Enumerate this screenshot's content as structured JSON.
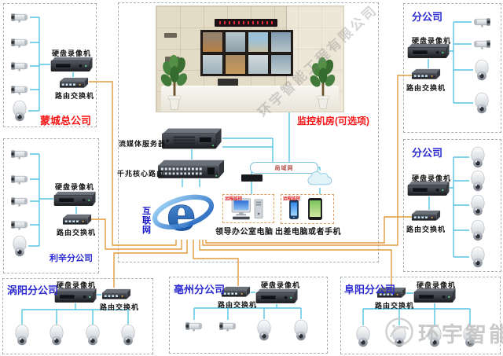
{
  "diagram_type": "video-surveillance-network-topology",
  "device_labels": {
    "dvr": "硬盘录像机",
    "router_switch": "路由交换机",
    "media_server": "流媒体服务器",
    "core_router": "千兆核心路由"
  },
  "sites": [
    {
      "id": "mengcheng",
      "name": "蒙城总公司",
      "name_color": "#f51515",
      "bullet_cameras": 4,
      "dome_cameras": 1
    },
    {
      "id": "lixin",
      "name": "利辛分公司",
      "name_color": "#2b2bd0",
      "bullet_cameras": 4,
      "dome_cameras": 1
    },
    {
      "id": "branch-top-right",
      "name": "分公司",
      "name_color": "#2b2bd0",
      "bullet_cameras": 2,
      "dome_cameras": 2
    },
    {
      "id": "branch-mid-right",
      "name": "分公司",
      "name_color": "#2b2bd0",
      "bullet_cameras": 0,
      "dome_cameras": 5
    },
    {
      "id": "guoyang",
      "name": "涡阳分公司",
      "name_color": "#2b2bd0",
      "bullet_cameras": 0,
      "dome_cameras": 4
    },
    {
      "id": "bozhou",
      "name": "亳州分公司",
      "name_color": "#2b2bd0",
      "bullet_cameras": 2,
      "dome_cameras": 2
    },
    {
      "id": "fuyang",
      "name": "阜阳分公司",
      "name_color": "#2b2bd0",
      "bullet_cameras": 0,
      "dome_cameras": 4
    }
  ],
  "center": {
    "monitor_room_label": "监控机房(可选项)",
    "internet_label": "互联网",
    "lan_label": "局域网",
    "office_pc_label": "领导办公室电脑",
    "travel_label": "出差电脑或者手机",
    "pc_tag": "远程监控",
    "mobile_tag": "远程监控"
  },
  "watermark": {
    "brand": "环宇智能",
    "company": "环宇智能工程有限公司"
  },
  "colors": {
    "lan_line": "#56c4e4",
    "wan_line": "#e09b3f",
    "site_blue": "#2b2bd0",
    "site_red": "#f51515"
  }
}
